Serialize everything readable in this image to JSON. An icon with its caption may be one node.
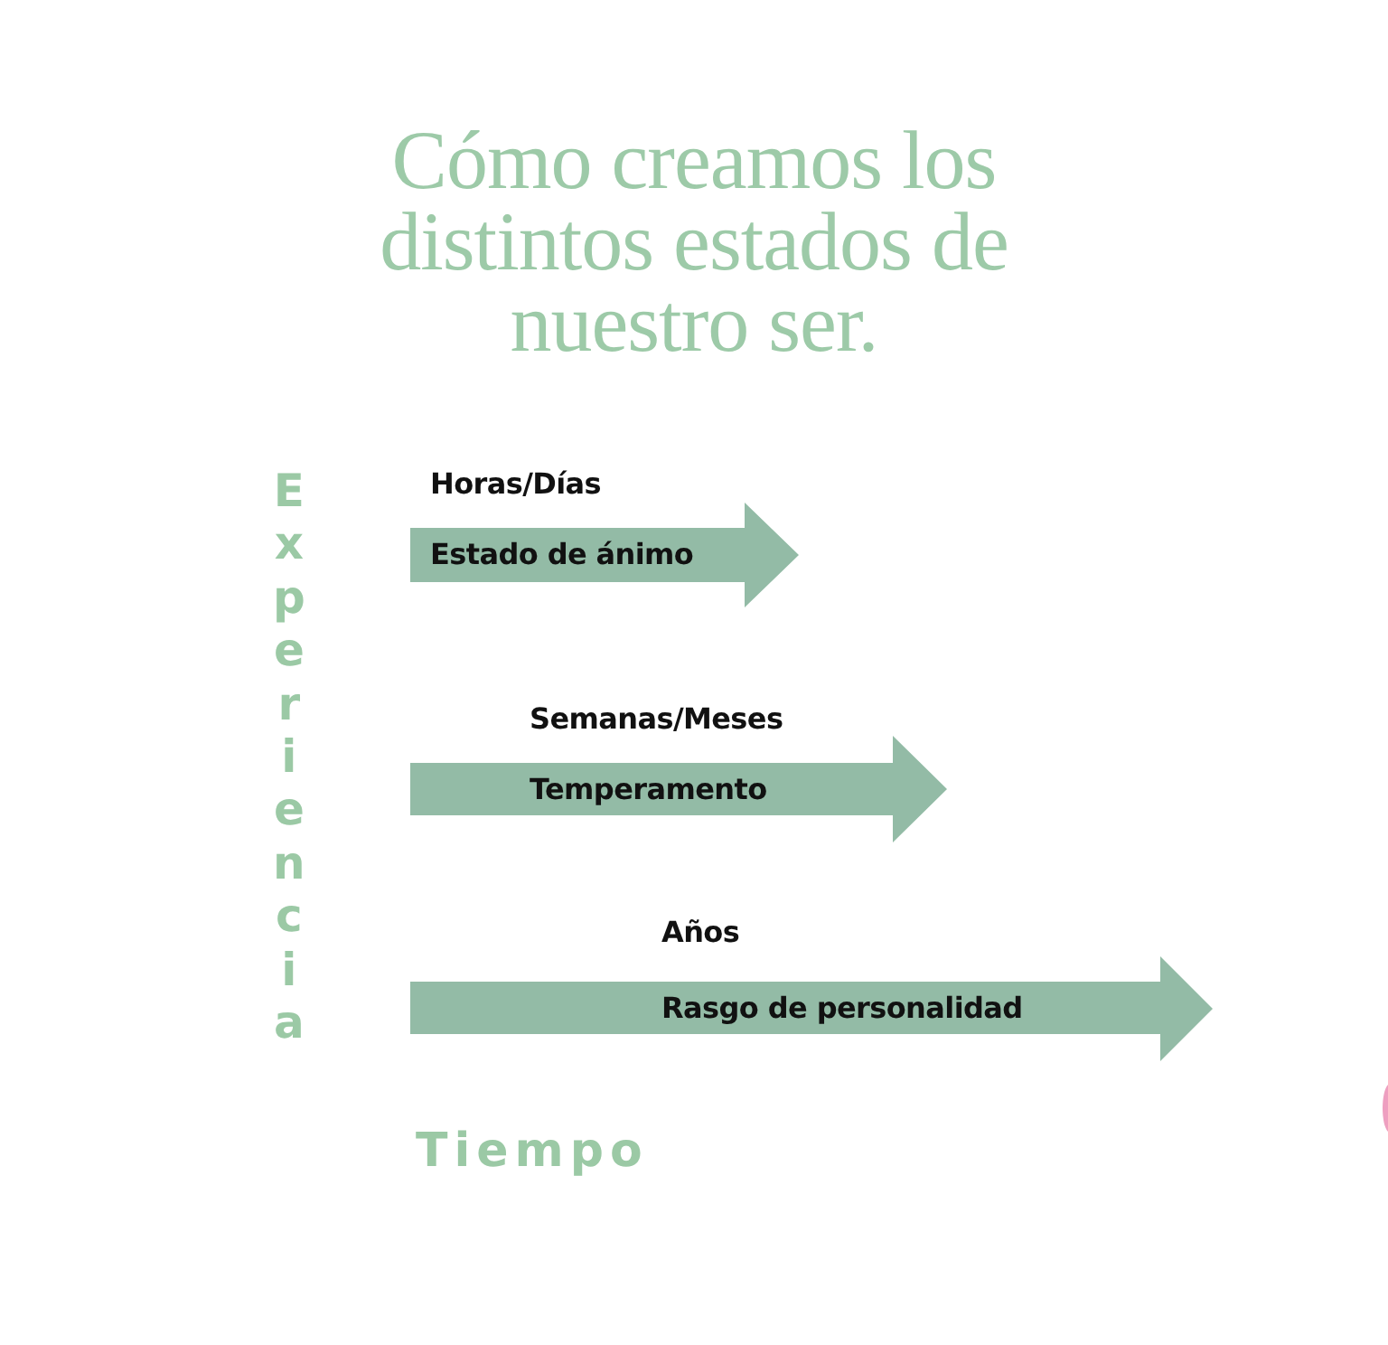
{
  "diagram": {
    "title": "Cómo creamos los distintos estados de nuestro ser.",
    "nodes": [
      {
        "text": [
          "Estado de ánimo"
        ],
        "beside": [
          "Horas/Días"
        ]
      },
      {
        "text": [
          "Temperamento"
        ],
        "beside": [
          "Semanas/Meses"
        ]
      },
      {
        "text": [
          "Rasgo de personalidad"
        ],
        "beside": [
          "Años"
        ]
      }
    ],
    "labels": [
      "Experiencia",
      "Tiempo"
    ]
  }
}
